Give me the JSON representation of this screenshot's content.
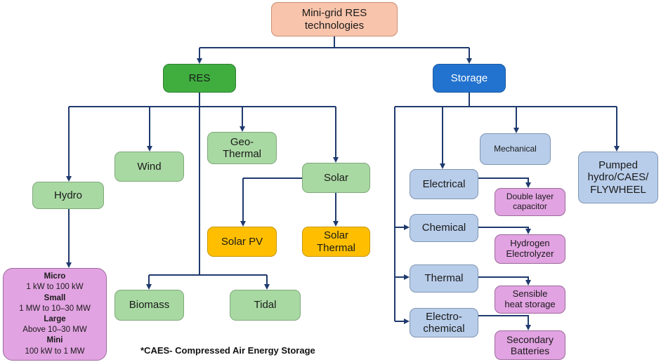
{
  "nodes": {
    "root": "Mini-grid RES technologies",
    "res": "RES",
    "storage": "Storage",
    "hydro": "Hydro",
    "wind": "Wind",
    "geothermal": "Geo-\nThermal",
    "solar": "Solar",
    "solar_pv": "Solar PV",
    "solar_thermal": "Solar\nThermal",
    "biomass": "Biomass",
    "tidal": "Tidal",
    "mechanical": "Mechanical",
    "pumped": "Pumped\nhydro/CAES/\nFLYWHEEL",
    "electrical": "Electrical",
    "chemical": "Chemical",
    "thermal": "Thermal",
    "electrochemical": "Electro-\nchemical",
    "double_layer": "Double layer\ncapacitor",
    "hydrogen": "Hydrogen\nElectrolyzer",
    "sensible": "Sensible\nheat storage",
    "secondary": "Secondary\nBatteries"
  },
  "hydro_sizes": [
    {
      "label": "Micro",
      "range": "1 kW to 100 kW"
    },
    {
      "label": "Small",
      "range": "1 MW to 10–30 MW"
    },
    {
      "label": "Large",
      "range": "Above 10–30 MW"
    },
    {
      "label": "Mini",
      "range": "100 kW to 1 MW"
    }
  ],
  "footnote": "*CAES- Compressed Air Energy Storage",
  "colors": {
    "connector": "#1f3a6e",
    "root": "#f8c4ab",
    "res": "#3fae3f",
    "storage": "#2273cf",
    "green_node": "#a9d9a3",
    "yellow_node": "#ffbf00",
    "blue_node": "#b8cdea",
    "purple_node": "#e2a3e2"
  }
}
